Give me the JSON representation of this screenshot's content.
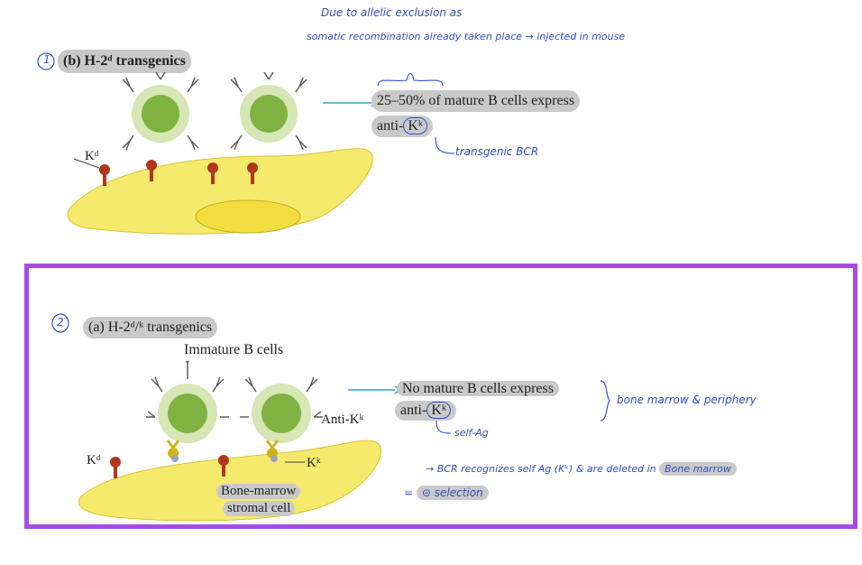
{
  "note1": {
    "line1": "Due to allelic exclusion as",
    "line2": "somatic recombination already taken place → injected in mouse"
  },
  "panel_b": {
    "number": "1",
    "title": "(b) H-2ᵈ transgenics",
    "kd_label": "Kᵈ",
    "result_line1": "25–50% of mature B cells express",
    "result_line2_prefix": "anti-",
    "result_line2_k": "Kᵏ",
    "annotation": "transgenic BCR"
  },
  "panel_a": {
    "number": "2",
    "title": "(a) H-2ᵈ/ᵏ transgenics",
    "immature_label": "Immature B cells",
    "anti_k_label": "Anti-Kᵏ",
    "kd_label": "Kᵈ",
    "kk_label": "Kᵏ",
    "stromal_label_1": "Bone-marrow",
    "stromal_label_2": "stromal cell",
    "result_line1": "No mature B cells express",
    "result_line2_prefix": "anti-",
    "result_line2_k": "Kᵏ",
    "brace_note": "bone marrow & periphery",
    "self_ag_note": "self-Ag",
    "bcr_note_prefix": "→ BCR recognizes self Ag (Kᵏ) & are deleted in",
    "bcr_note_highlight": "Bone marrow",
    "selection_prefix": "=",
    "selection_symbol": "⊝",
    "selection_word": "selection"
  },
  "colors": {
    "frame": "#a64be6",
    "handwriting": "#2f4fc4",
    "highlight": "#c9c9c9",
    "cell_green": "#7fb241",
    "cell_halo": "#d6e6b4",
    "stromal_yellow": "#f5ea6b",
    "receptor_red": "#b2361b"
  }
}
